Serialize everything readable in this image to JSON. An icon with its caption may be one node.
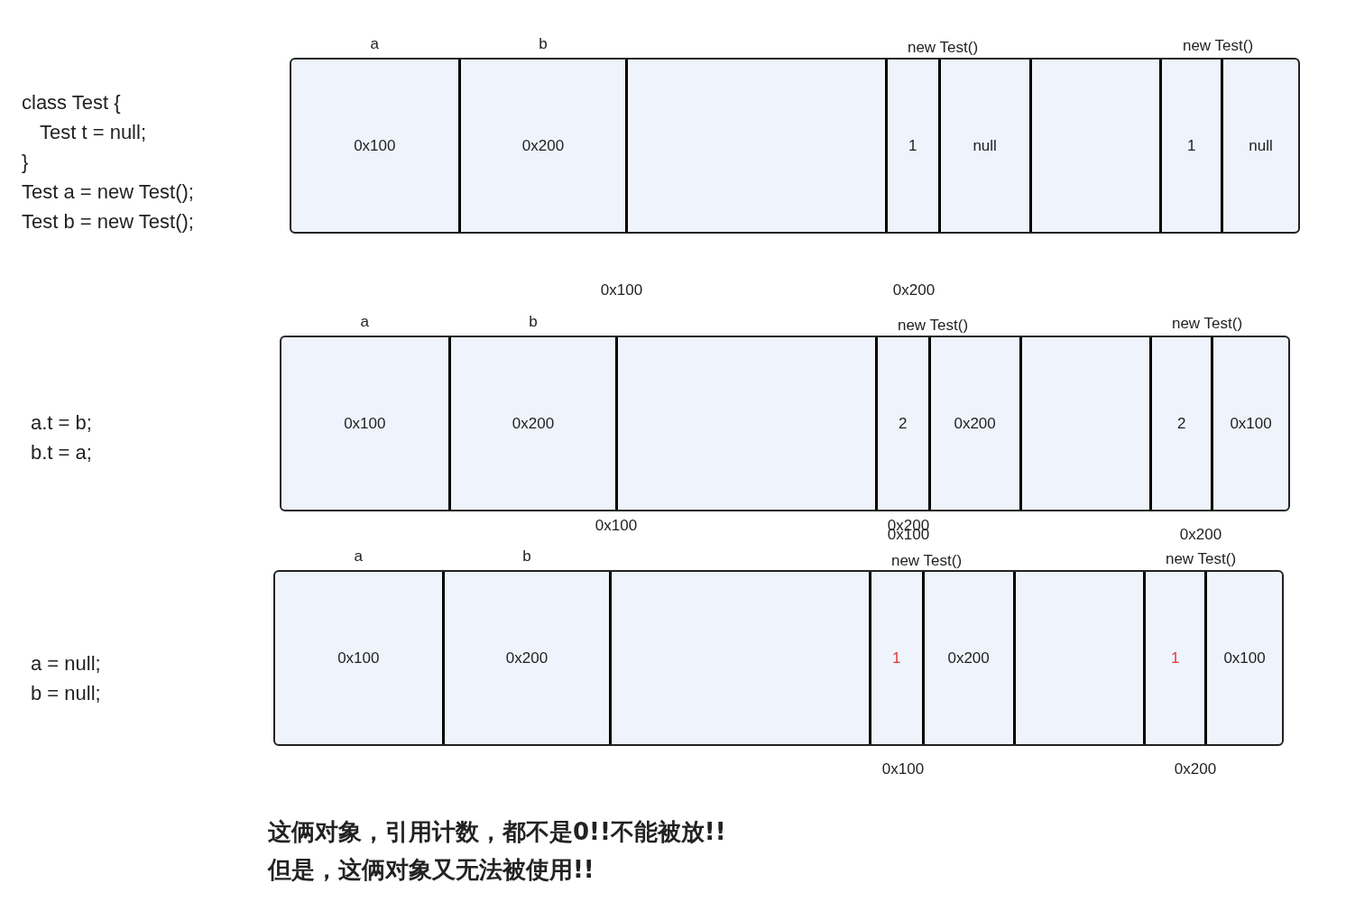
{
  "diagram": {
    "nodes": [
      {
        "text": [],
        "shape": "box"
      },
      {
        "text": [
          "a",
          "0x100"
        ],
        "in": 0
      },
      {
        "text": [
          "b",
          "0x200"
        ],
        "in": 0
      },
      {
        "text": [],
        "shape": "box",
        "in": 0
      },
      {
        "text": [
          "1"
        ],
        "in": 0
      },
      {
        "text": [
          "null"
        ],
        "in": 0
      },
      {
        "text": [],
        "shape": "box",
        "in": 0
      },
      {
        "text": [
          "1"
        ],
        "in": 0
      },
      {
        "text": [
          "null"
        ],
        "in": 0
      },
      {
        "text": [],
        "shape": "box"
      },
      {
        "text": [
          "a",
          "0x100"
        ],
        "in": 9
      },
      {
        "text": [
          "b",
          "0x200"
        ],
        "in": 9
      },
      {
        "text": [],
        "shape": "box",
        "in": 9
      },
      {
        "text": [
          "2"
        ],
        "in": 9
      },
      {
        "text": [
          "0x200"
        ],
        "in": 9
      },
      {
        "text": [],
        "shape": "box",
        "in": 9
      },
      {
        "text": [
          "2"
        ],
        "in": 9
      },
      {
        "text": [
          "0x100"
        ],
        "in": 9
      },
      {
        "text": [],
        "shape": "box"
      },
      {
        "text": [
          "a",
          "0x100"
        ],
        "in": 18
      },
      {
        "text": [
          "b",
          "0x200"
        ],
        "in": 18
      },
      {
        "text": [],
        "shape": "box",
        "in": 18
      },
      {
        "text": [
          "1"
        ],
        "in": 18
      },
      {
        "text": [
          "0x200"
        ],
        "in": 18
      },
      {
        "text": [],
        "shape": "box",
        "in": 18
      },
      {
        "text": [
          "1"
        ],
        "in": 18
      },
      {
        "text": [
          "0x100"
        ],
        "in": 18
      }
    ],
    "edges": [],
    "labels": [
      "class Test {",
      "Test t = null;",
      "}",
      "Test a = new Test();",
      "Test b = new Test();",
      "new Test()",
      "new Test()",
      "0x100",
      "0x200",
      "new Test()",
      "new Test()",
      "a.t = b;",
      "b.t = a;",
      "0x100",
      "0x200",
      "0x100",
      "0x200",
      "new Test()",
      "new Test()",
      "a = null;",
      "b = null;",
      "0x100",
      "0x200",
      "这俩对象，引用计数，都不是0!!不能被放!!",
      "但是，这俩对象又无法被使用!!"
    ]
  }
}
